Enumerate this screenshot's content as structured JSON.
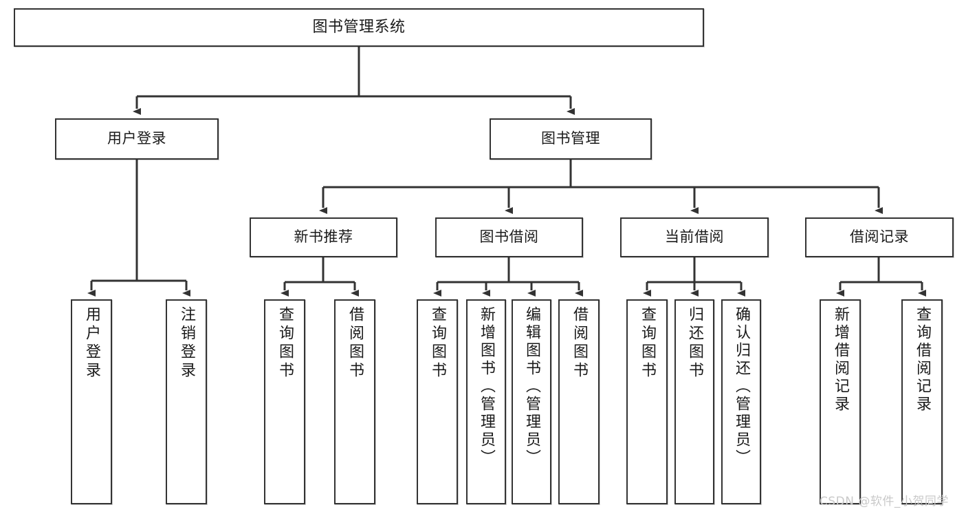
{
  "diagram": {
    "title": "图书管理系统",
    "type": "tree-hierarchy",
    "background": "#ffffff",
    "line_color": "#333333",
    "box_border_color": "#333333"
  },
  "nodes": {
    "root": {
      "label": "图书管理系统"
    },
    "level2": [
      {
        "label": "用户登录"
      },
      {
        "label": "图书管理"
      }
    ],
    "level3": [
      {
        "label": "新书推荐"
      },
      {
        "label": "图书借阅"
      },
      {
        "label": "当前借阅"
      },
      {
        "label": "借阅记录"
      }
    ],
    "leaves": {
      "user_login": [
        {
          "label": "用户登录"
        },
        {
          "label": "注销登录"
        }
      ],
      "new_book": [
        {
          "label": "查询图书"
        },
        {
          "label": "借阅图书"
        }
      ],
      "book_borrow": [
        {
          "label": "查询图书"
        },
        {
          "label": "新增图书（管理员）"
        },
        {
          "label": "编辑图书（管理员）"
        },
        {
          "label": "借阅图书"
        }
      ],
      "current_borrow": [
        {
          "label": "查询图书"
        },
        {
          "label": "归还图书"
        },
        {
          "label": "确认归还（管理员）"
        }
      ],
      "borrow_record": [
        {
          "label": "新增借阅记录"
        },
        {
          "label": "查询借阅记录"
        }
      ]
    }
  },
  "watermark": {
    "text": "CSDN @软件_小贺同学"
  }
}
